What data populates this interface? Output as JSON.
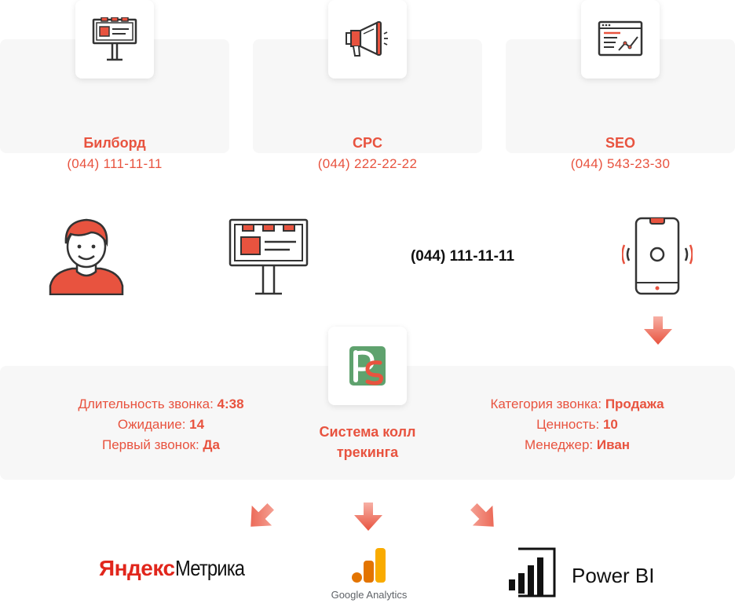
{
  "sources": [
    {
      "title": "Билборд",
      "phone": "(044) 111-11-11",
      "icon": "billboard-icon"
    },
    {
      "title": "CPC",
      "phone": "(044) 222-22-22",
      "icon": "megaphone-icon"
    },
    {
      "title": "SEO",
      "phone": "(044) 543-23-30",
      "icon": "seo-chart-icon"
    }
  ],
  "flow": {
    "dialed_number": "(044) 111-11-11"
  },
  "tracking": {
    "label_line1": "Система колл",
    "label_line2": "трекинга",
    "left": [
      {
        "label": "Длительность звонка: ",
        "value": "4:38"
      },
      {
        "label": "Ожидание: ",
        "value": "14"
      },
      {
        "label": "Первый звонок: ",
        "value": "Да"
      }
    ],
    "right": [
      {
        "label": "Категория звонка: ",
        "value": "Продажа"
      },
      {
        "label": "Ценность: ",
        "value": "10"
      },
      {
        "label": "Менеджер: ",
        "value": "Иван"
      }
    ]
  },
  "destinations": {
    "yandex_brand": "Яндекс",
    "yandex_product": "Метрика",
    "ga_label": "Google Analytics",
    "powerbi_label": "Power BI"
  },
  "colors": {
    "accent": "#e8533f",
    "card_bg": "#f7f7f7",
    "outline": "#333333",
    "rs_green": "#5fa26e"
  }
}
